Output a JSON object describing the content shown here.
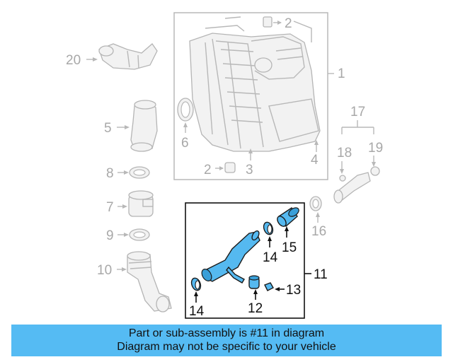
{
  "callouts": {
    "c1": "1",
    "c2a": "2",
    "c2b": "2",
    "c3": "3",
    "c4": "4",
    "c5": "5",
    "c6": "6",
    "c7": "7",
    "c8": "8",
    "c9": "9",
    "c10": "10",
    "c11": "11",
    "c12": "12",
    "c13": "13",
    "c14a": "14",
    "c14b": "14",
    "c15": "15",
    "c16": "16",
    "c17": "17",
    "c18": "18",
    "c19": "19",
    "c20": "20"
  },
  "highlighted_part": "11",
  "colors": {
    "highlight": "#55bbf3",
    "ghost_parts": "#b8b8b8",
    "active_parts": "#111111"
  },
  "banner": {
    "line1": "Part or sub-assembly is #11 in diagram",
    "line2": "Diagram may not be specific to your vehicle"
  }
}
